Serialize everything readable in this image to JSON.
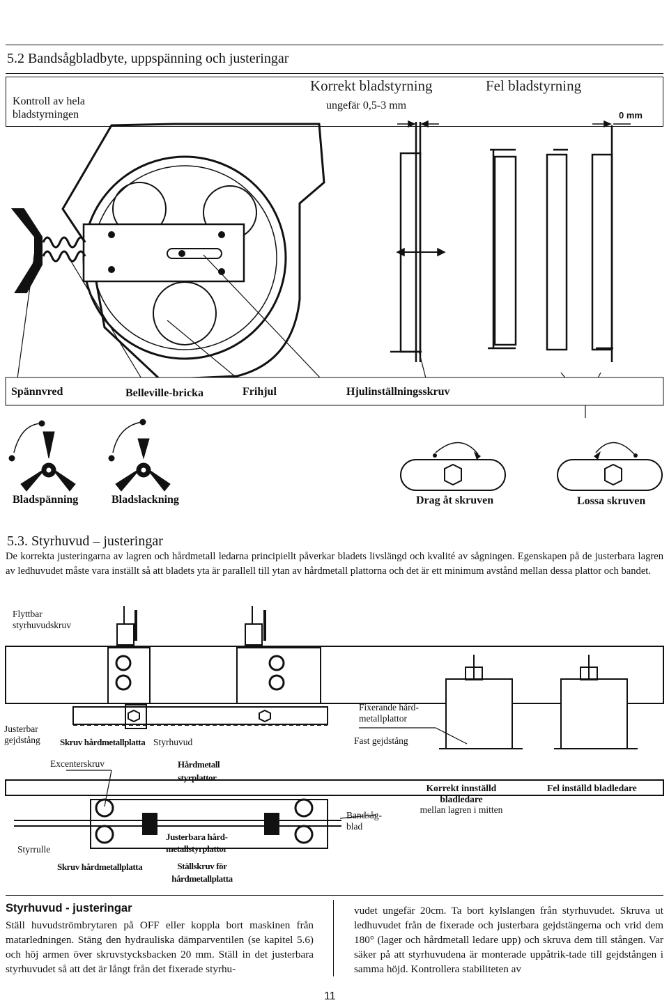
{
  "section_5_2": {
    "title": "5.2 Bandsågbladbyte, uppspänning och justeringar",
    "label_kontroll": "Kontroll av hela bladstyrningen",
    "label_korrekt": "Korrekt bladstyrning",
    "label_ungefar": "ungefär 0,5-3 mm",
    "label_fel": "Fel bladstyrning",
    "label_0mm": "0 mm",
    "callouts": [
      "Spännvred",
      "Belleville-bricka",
      "Frihjul",
      "Hjulinställningsskruv"
    ],
    "knob_labels": [
      "Bladspänning",
      "Bladslackning"
    ],
    "screw_labels": [
      "Drag åt skruven",
      "Lossa skruven"
    ]
  },
  "section_5_3": {
    "title": "5.3. Styrhuvud – justeringar",
    "paragraph": "De korrekta justeringarna av lagren och hårdmetall ledarna principiellt påverkar bladets livslängd och kvalité av sågningen. Egenskapen på de justerbara  lagren av ledhuvudet måste vara inställt så att bladets yta är parallell till ytan av hårdmetall plattorna och det är ett minimum avstånd mellan dessa plattor och bandet."
  },
  "diagram2": {
    "flyttbar": "Flyttbar styrhuvudskruv",
    "justerbar": "Justerbar gejdstång",
    "skruv1": "Skruv hårdmetallplatta",
    "styrhuvud": "Styrhuvud",
    "fixerande": "Fixerande hård-metallplattor",
    "fast": "Fast gejdstång",
    "excenterskruv": "Excenterskruv",
    "hardmetall": "Hårdmetall styrplattor",
    "bandsag": "Bandsåg-blad",
    "styrrulle": "Styrrulle",
    "justerbara": "Justerbara hård-metallstyrplattor",
    "skruv2": "Skruv hårdmetallplatta",
    "stallskruv": "Ställskruv för hårdmetallplatta",
    "korrekt_title": "Korrekt innställd bladledare",
    "korrekt_sub": "mellan lagren i mitten",
    "fel": "Fel inställd bladledare"
  },
  "bottom": {
    "heading": "Styrhuvud - justeringar",
    "left_text": "Ställ huvudströmbrytaren på OFF eller koppla bort maskinen från matarledningen. Stäng den hydrauliska dämparventilen (se kapitel 5.6) och höj armen över skruvstycksbacken 20 mm. Ställ in det justerbara styrhuvudet så att det är långt från det fixerade styrhu-",
    "right_text": "vudet ungefär 20cm. Ta bort kylslangen från styrhuvudet. Skruva ut ledhuvudet från de fixerade och justerbara gejdstängerna och vrid dem 180° (lager och hårdmetall ledare upp) och skruva dem till stången. Var säker på att styrhuvudena är monterade uppåtrik-tade till gejdstången i samma höjd. Kontrollera stabiliteten av",
    "page_number": "11"
  }
}
